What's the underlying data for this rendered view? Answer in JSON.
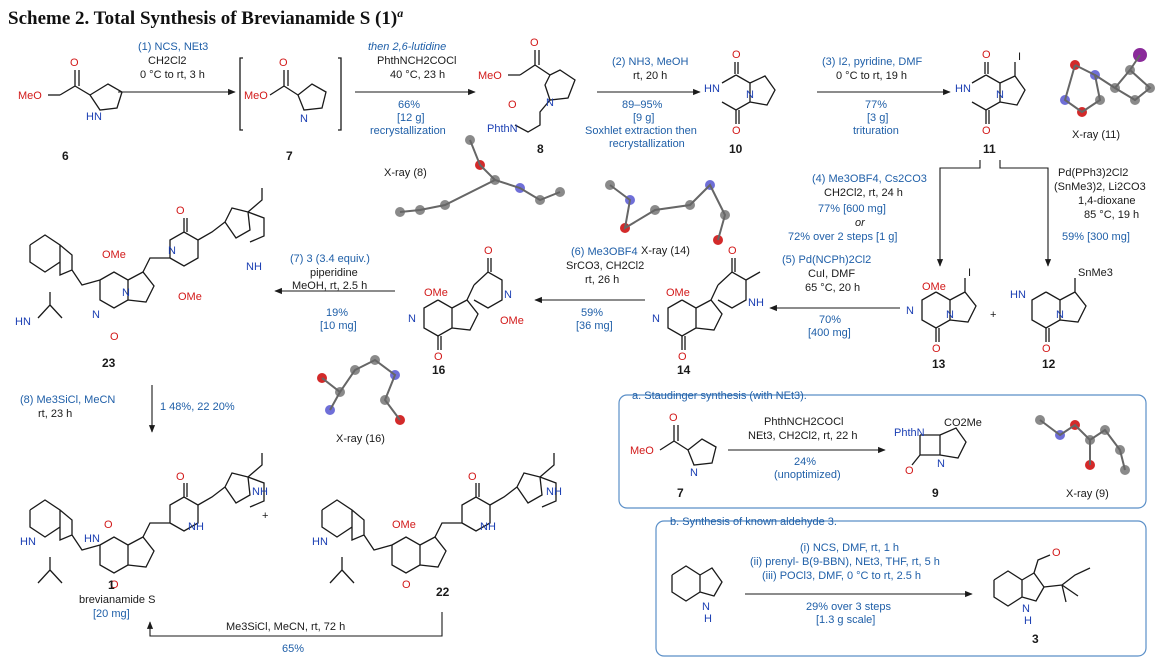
{
  "title": "Scheme 2. Total Synthesis of Brevianamide S (1)",
  "title_sup": "a",
  "compounds": {
    "c6": "6",
    "c7": "7",
    "c8": "8",
    "c10": "10",
    "c11": "11",
    "c13": "13",
    "c12": "12",
    "c14": "14",
    "c16": "16",
    "c23": "23",
    "c1": "1",
    "c1_name": "brevianamide S",
    "c1_amount": "[20 mg]",
    "c22": "22",
    "c9": "9",
    "c3": "3",
    "c7b": "7"
  },
  "xray": {
    "x8": "X-ray (8)",
    "x11": "X-ray (11)",
    "x14": "X-ray (14)",
    "x16": "X-ray (16)",
    "x9": "X-ray (9)"
  },
  "steps": {
    "s1_a": "(1) NCS, NEt3",
    "s1_b": "CH2Cl2",
    "s1_c": "0 °C to rt, 3 h",
    "s1t_a": "then 2,6-lutidine",
    "s1t_b": "PhthNCH2COCl",
    "s1t_c": "40 °C, 23 h",
    "s1t_y": "66%",
    "s1t_s": "[12 g]",
    "s1t_m": "recrystallization",
    "s2_a": "(2) NH3, MeOH",
    "s2_b": "rt, 20 h",
    "s2_y": "89–95%",
    "s2_s": "[9 g]",
    "s2_m1": "Soxhlet extraction then",
    "s2_m2": "recrystallization",
    "s3_a": "(3) I2, pyridine, DMF",
    "s3_b": "0 °C to rt, 19 h",
    "s3_y": "77%",
    "s3_s": "[3 g]",
    "s3_m": "trituration",
    "s4_a": "(4) Me3OBF4, Cs2CO3",
    "s4_b": "CH2Cl2, rt, 24 h",
    "s4_y": "77% [600 mg]",
    "s4_or": "or",
    "s4_y2": "72% over 2 steps [1 g]",
    "s4r_a": "Pd(PPh3)2Cl2",
    "s4r_b": "(SnMe3)2, Li2CO3",
    "s4r_c": "1,4-dioxane",
    "s4r_d": "85 °C, 19 h",
    "s4r_y": "59% [300 mg]",
    "s5_a": "(5) Pd(NCPh)2Cl2",
    "s5_b": "CuI, DMF",
    "s5_c": "65 °C, 20 h",
    "s5_y": "70%",
    "s5_s": "[400 mg]",
    "s6_a": "(6) Me3OBF4",
    "s6_b": "SrCO3, CH2Cl2",
    "s6_c": "rt, 26 h",
    "s6_y": "59%",
    "s6_s": "[36 mg]",
    "s7_a": "(7) 3 (3.4 equiv.)",
    "s7_b": "piperidine",
    "s7_c": "MeOH, rt, 2.5 h",
    "s7_y": "19%",
    "s7_s": "[10 mg]",
    "s8_a": "(8) Me3SiCl, MeCN",
    "s8_b": "rt, 23 h",
    "s8_y": "1 48%, 22 20%",
    "sb_a": "Me3SiCl, MeCN, rt, 72 h",
    "sb_y": "65%"
  },
  "panel_a": {
    "title": "a. Staudinger synthesis (with NEt3).",
    "r1": "PhthNCH2COCl",
    "r2": "NEt3, CH2Cl2, rt, 22 h",
    "y": "24%",
    "m": "(unoptimized)"
  },
  "panel_b": {
    "title": "b. Synthesis of known aldehyde 3.",
    "r1": "(i) NCS, DMF, rt, 1 h",
    "r2": "(ii) prenyl- B(9-BBN), NEt3, THF, rt, 5 h",
    "r3": "(iii) POCl3, DMF, 0 °C to rt, 2.5 h",
    "y": "29% over 3 steps",
    "s": "[1.3 g scale]"
  },
  "atoms": {
    "O": "O",
    "OMe": "OMe",
    "MeO": "MeO",
    "HN": "HN",
    "NH": "NH",
    "N": "N",
    "H": "H",
    "I": "I",
    "SnMe3": "SnMe3",
    "PhthN": "PhthN",
    "CO2Me": "CO2Me",
    "plus": "+"
  }
}
